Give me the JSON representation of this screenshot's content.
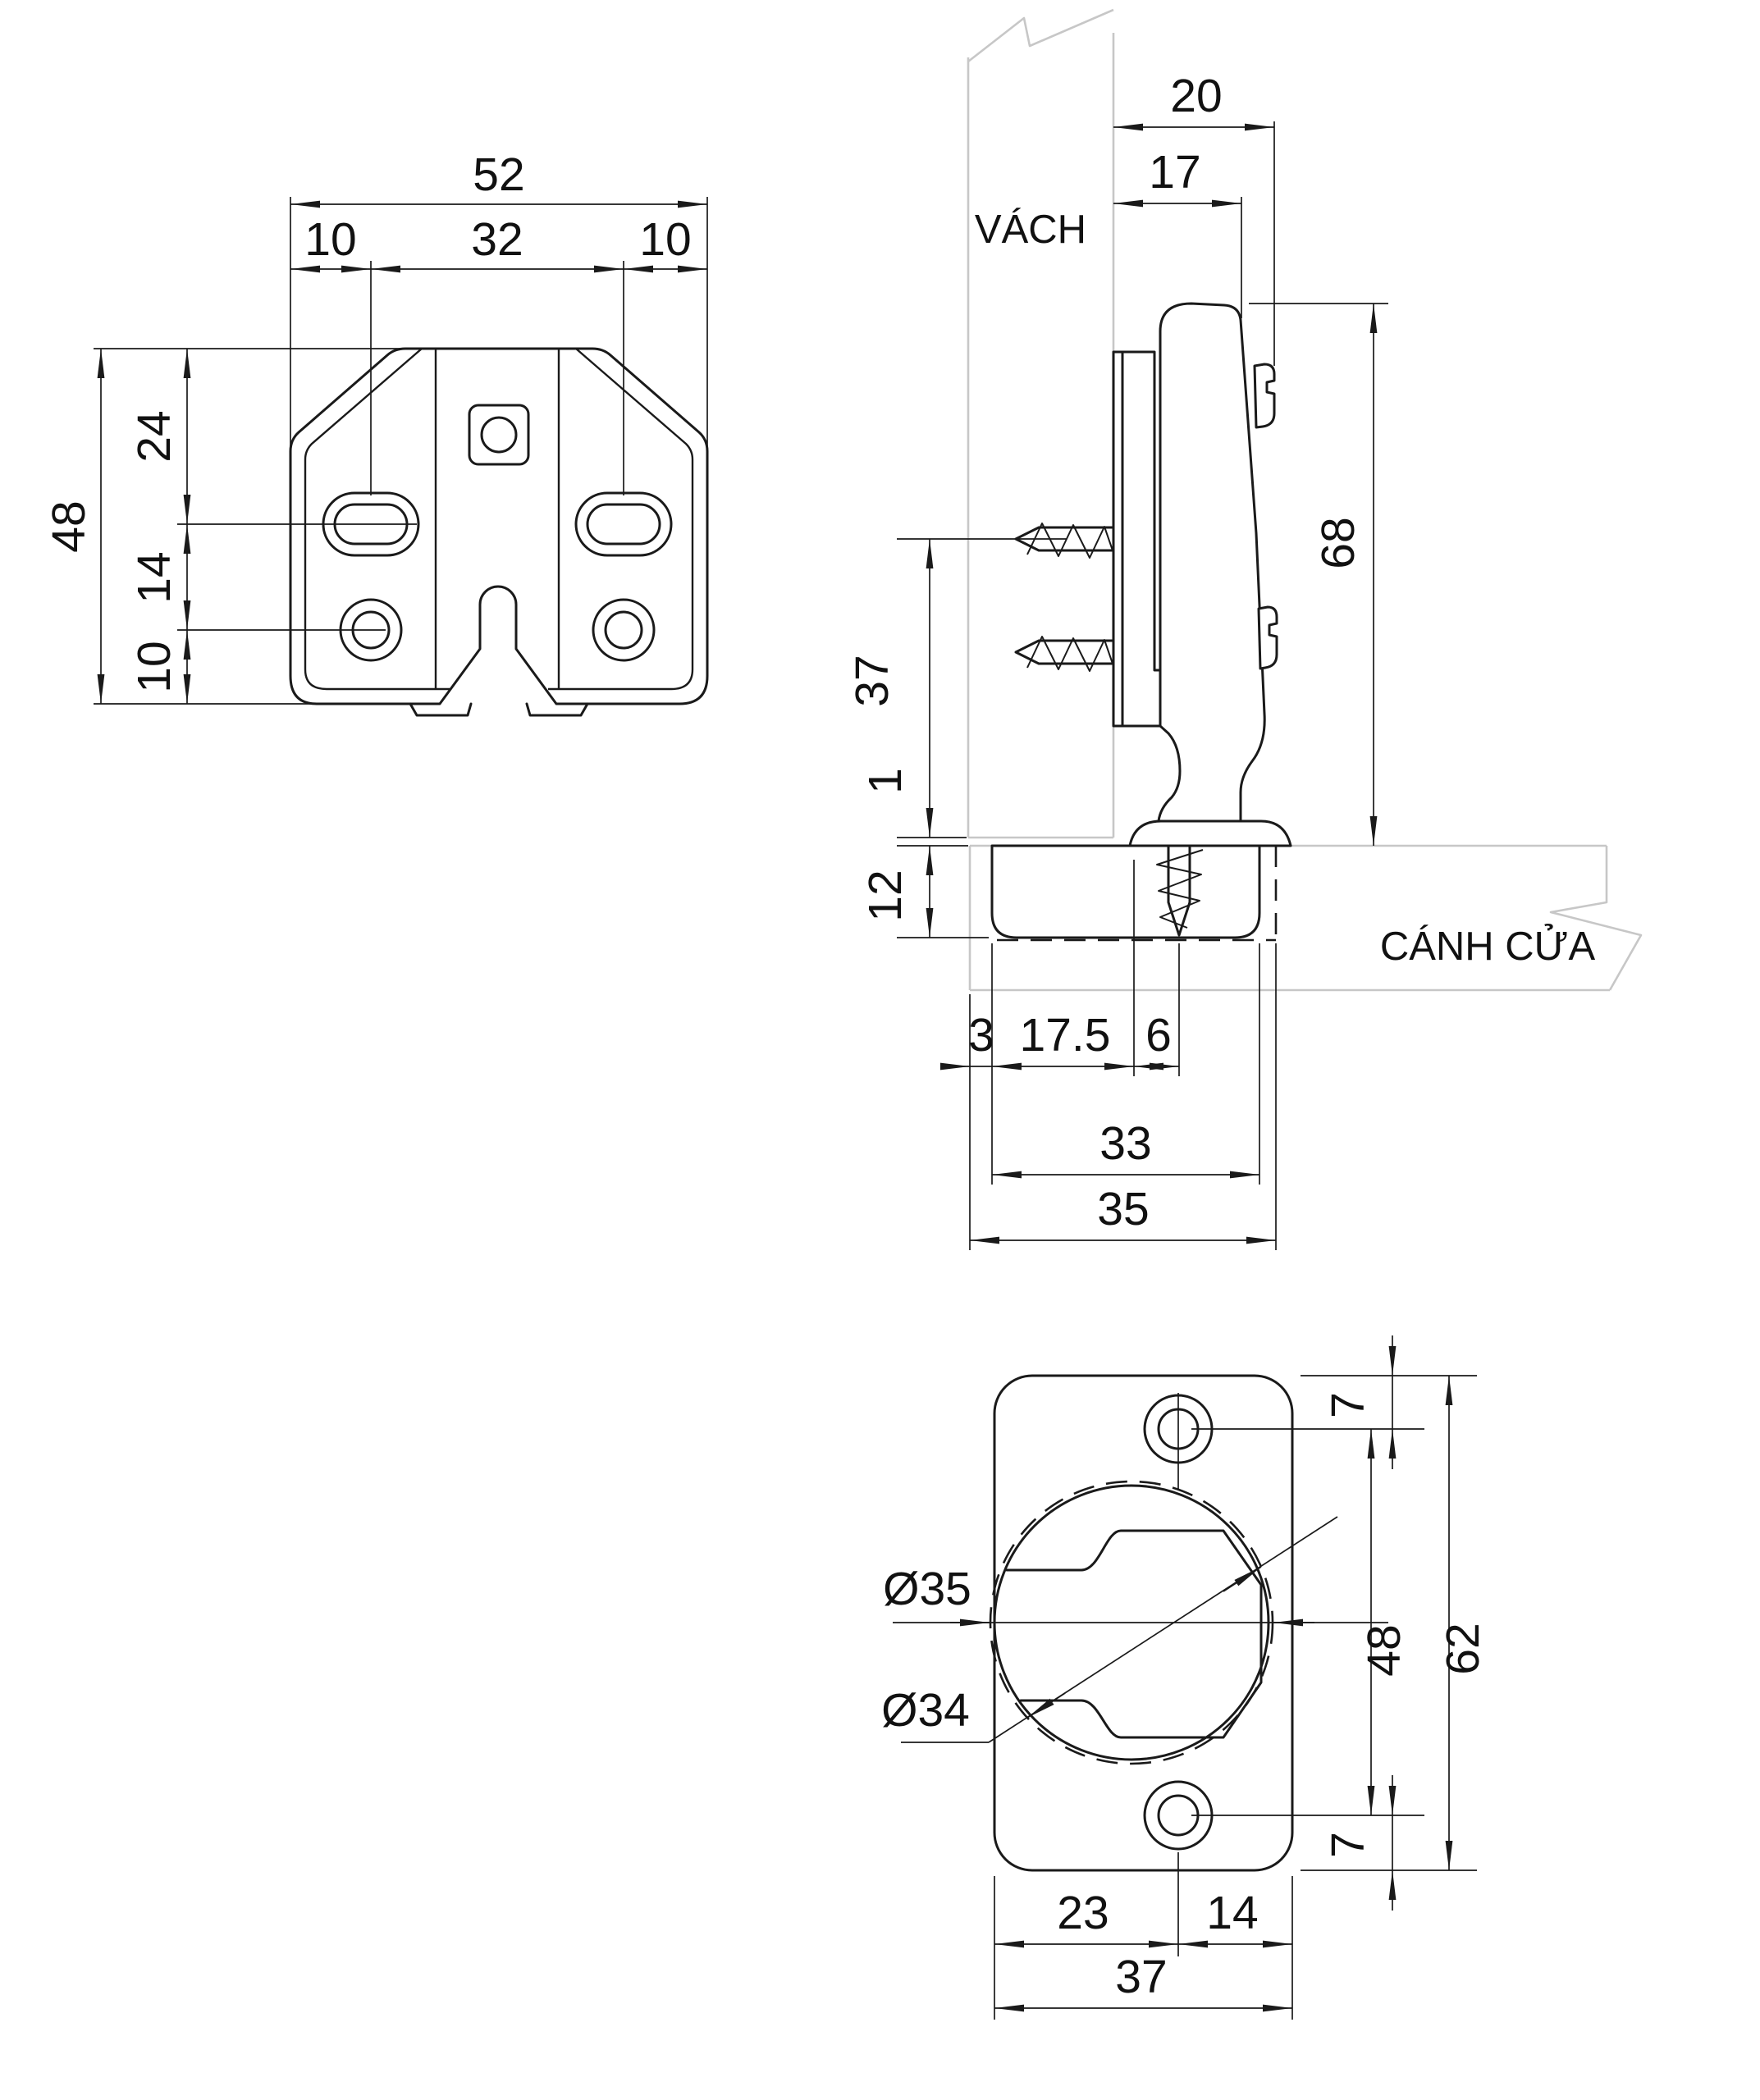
{
  "colors": {
    "background": "#ffffff",
    "line": "#1a1a1a",
    "wood_outline": "#c7c7c7"
  },
  "front_view": {
    "total_width": "52",
    "left_hole_offset": "10",
    "hole_spacing": "32",
    "right_hole_offset": "10",
    "total_height": "48",
    "top_to_slots": "24",
    "slots_to_holes": "14",
    "holes_to_bottom": "10"
  },
  "side_view": {
    "wall_label": "VÁCH",
    "door_label": "CÁNH CỬA",
    "arm_depth": "20",
    "arm_top_depth": "17",
    "overall_height": "68",
    "wall_screw_drop": "37",
    "wall_door_gap": "1",
    "cup_depth": "12",
    "door_edge_gap": "3",
    "cup_half_width": "17.5",
    "center_to_screw": "6",
    "cup_span": "33",
    "overlay_span": "35"
  },
  "cup_view": {
    "top_hole_margin": "7",
    "hole_spacing": "48",
    "plate_length": "62",
    "bottom_hole_margin": "7",
    "edge_to_hole": "23",
    "hole_to_edge": "14",
    "plate_width": "37",
    "drill_diameter": "Ø35",
    "cup_diameter": "Ø34"
  }
}
